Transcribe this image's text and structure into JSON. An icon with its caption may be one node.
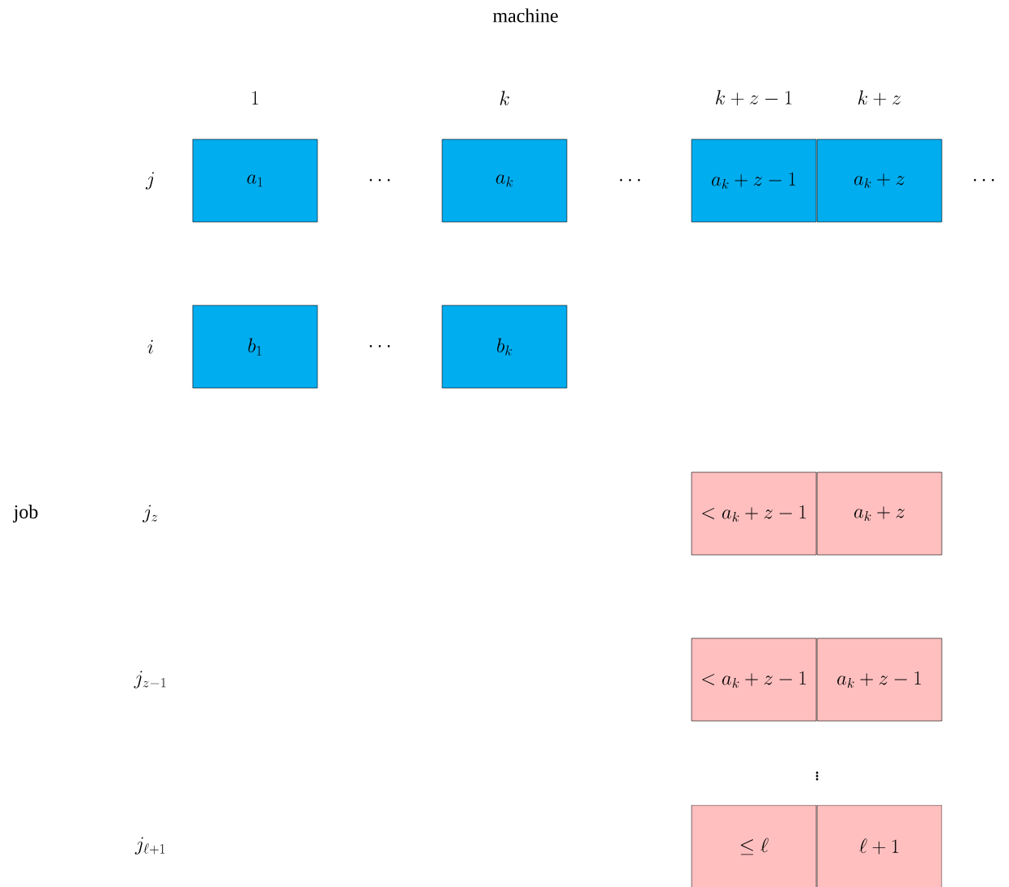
{
  "diagram": {
    "title": "machine",
    "nodes": [
      {
        "text": [
          "a_1"
        ]
      },
      {
        "text": [
          "a_k"
        ]
      },
      {
        "text": [
          "a_k+z-1"
        ]
      },
      {
        "text": [
          "a_k+z"
        ]
      },
      {
        "text": [
          "b_1"
        ]
      },
      {
        "text": [
          "b_k"
        ]
      },
      {
        "text": [
          "< a_k+z-1"
        ]
      },
      {
        "text": [
          "a_k+z"
        ]
      },
      {
        "text": [
          "< a_k+z-1"
        ]
      },
      {
        "text": [
          "a_k+z-1"
        ]
      },
      {
        "text": [
          "\\leq \\ell"
        ]
      },
      {
        "text": [
          "\\ell+1"
        ]
      }
    ],
    "labels": [
      "1",
      "k",
      "k+z-1",
      "k+z",
      "j",
      "\\cdots",
      "\\cdots",
      "\\cdots",
      "i",
      "\\cdots",
      "job",
      "j_z",
      "j_{z-1}",
      "\\vdots",
      "j_{\\ell+1}"
    ]
  }
}
